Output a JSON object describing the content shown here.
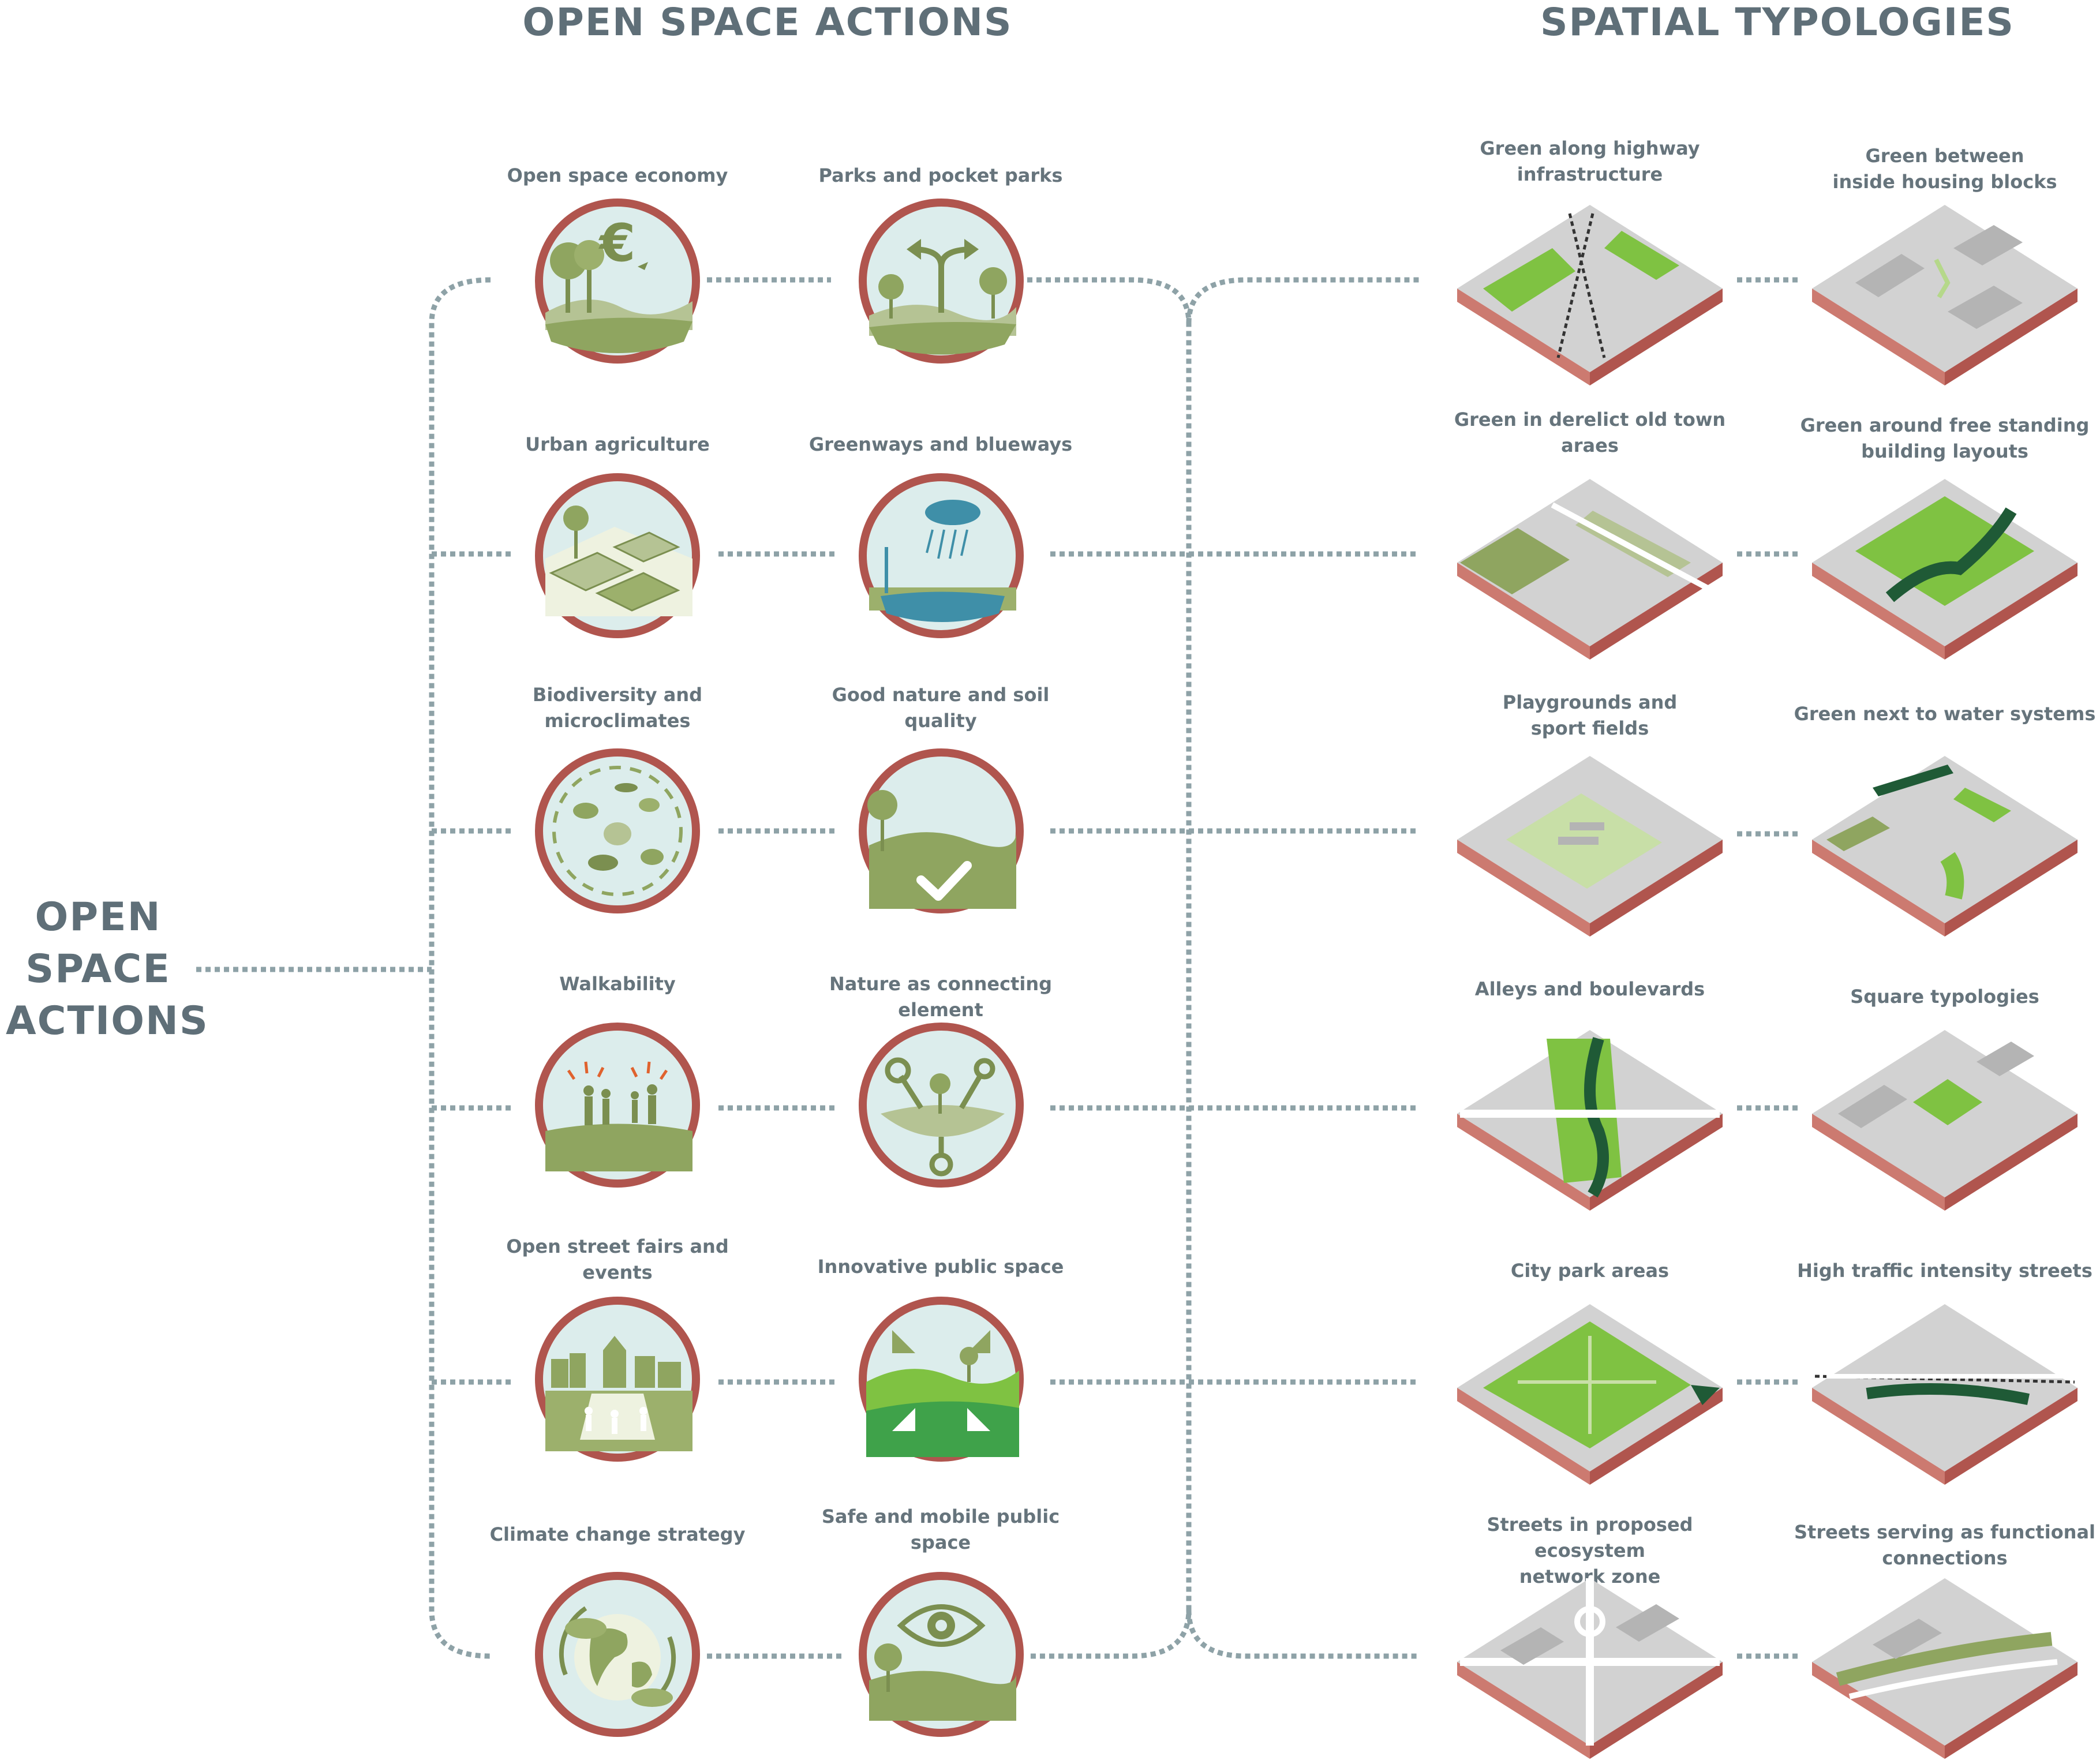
{
  "headings": {
    "actions": "OPEN SPACE ACTIONS",
    "typologies": "SPATIAL TYPOLOGIES"
  },
  "left_title": {
    "line1": "OPEN",
    "line2": "SPACE",
    "line3": "ACTIONS"
  },
  "colors": {
    "heading": "#5f6f78",
    "label": "#66747c",
    "connector": "#8ea2a7",
    "icon_ring": "#b0554e",
    "sky": "#dcedec",
    "green": "#8fa560",
    "tile_side": "#cc7a70",
    "tile_grey": "#d2d2d2",
    "tile_green": "#7fc242",
    "tile_dark_green": "#1f5a36"
  },
  "actions": [
    {
      "row": 1,
      "left": {
        "label": "Open space economy",
        "icon": "euro-icon"
      },
      "right": {
        "label": "Parks and pocket parks",
        "icon": "split-arrows-icon"
      }
    },
    {
      "row": 2,
      "left": {
        "label": "Urban agriculture",
        "icon": "rooftop-farm-icon"
      },
      "right": {
        "label": "Greenways and blueways",
        "icon": "rain-cloud-icon"
      }
    },
    {
      "row": 3,
      "left": {
        "label": "Biodiversity and\nmicroclimates",
        "icon": "animals-icon"
      },
      "right": {
        "label": "Good nature and soil\nquality",
        "icon": "checkmark-icon"
      }
    },
    {
      "row": 4,
      "left": {
        "label": "Walkability",
        "icon": "walking-people-icon"
      },
      "right": {
        "label": "Nature as connecting element",
        "icon": "connector-nodes-icon"
      }
    },
    {
      "row": 5,
      "left": {
        "label": "Open street fairs and\nevents",
        "icon": "street-fair-icon"
      },
      "right": {
        "label": "Innovative public space",
        "icon": "converging-arrows-icon"
      }
    },
    {
      "row": 6,
      "left": {
        "label": "Climate change strategy",
        "icon": "globe-cycle-icon"
      },
      "right": {
        "label": "Safe and mobile public\nspace",
        "icon": "eye-icon"
      }
    }
  ],
  "typologies": [
    {
      "row": 1,
      "left": {
        "label": "Green along highway\ninfrastructure",
        "tile": "highway-tile"
      },
      "right": {
        "label": "Green between\ninside housing blocks",
        "tile": "housing-blocks-tile"
      }
    },
    {
      "row": 2,
      "left": {
        "label": "Green in derelict old town\naraes",
        "tile": "old-town-tile"
      },
      "right": {
        "label": "Green around free standing\nbuilding layouts",
        "tile": "free-standing-tile"
      }
    },
    {
      "row": 3,
      "left": {
        "label": "Playgrounds and\nsport fields",
        "tile": "playground-tile"
      },
      "right": {
        "label": "Green next to water systems",
        "tile": "water-systems-tile"
      }
    },
    {
      "row": 4,
      "left": {
        "label": "Alleys and boulevards",
        "tile": "boulevard-tile"
      },
      "right": {
        "label": "Square typologies",
        "tile": "square-tile"
      }
    },
    {
      "row": 5,
      "left": {
        "label": "City park areas",
        "tile": "city-park-tile"
      },
      "right": {
        "label": "High traffic intensity streets",
        "tile": "traffic-streets-tile"
      }
    },
    {
      "row": 6,
      "left": {
        "label": "Streets in proposed ecosystem\nnetwork zone",
        "tile": "ecosystem-streets-tile"
      },
      "right": {
        "label": "Streets serving as functional\nconnections",
        "tile": "functional-streets-tile"
      }
    }
  ]
}
